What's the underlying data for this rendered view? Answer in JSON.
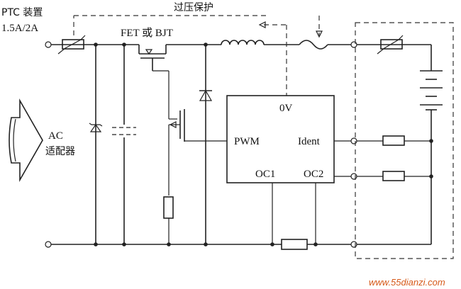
{
  "labels": {
    "ptc_device": "PTC 装置",
    "ptc_rating": "1.5A/2A",
    "overvoltage_protection": "过压保护",
    "switch_type": "FET 或 BJT",
    "ac_adapter_line1": "AC",
    "ac_adapter_line2": "适配器",
    "pin_0v": "0V",
    "pin_pwm": "PWM",
    "pin_ident": "Ident",
    "pin_oc1": "OC1",
    "pin_oc2": "OC2"
  },
  "watermark": "www.55dianzi.com"
}
